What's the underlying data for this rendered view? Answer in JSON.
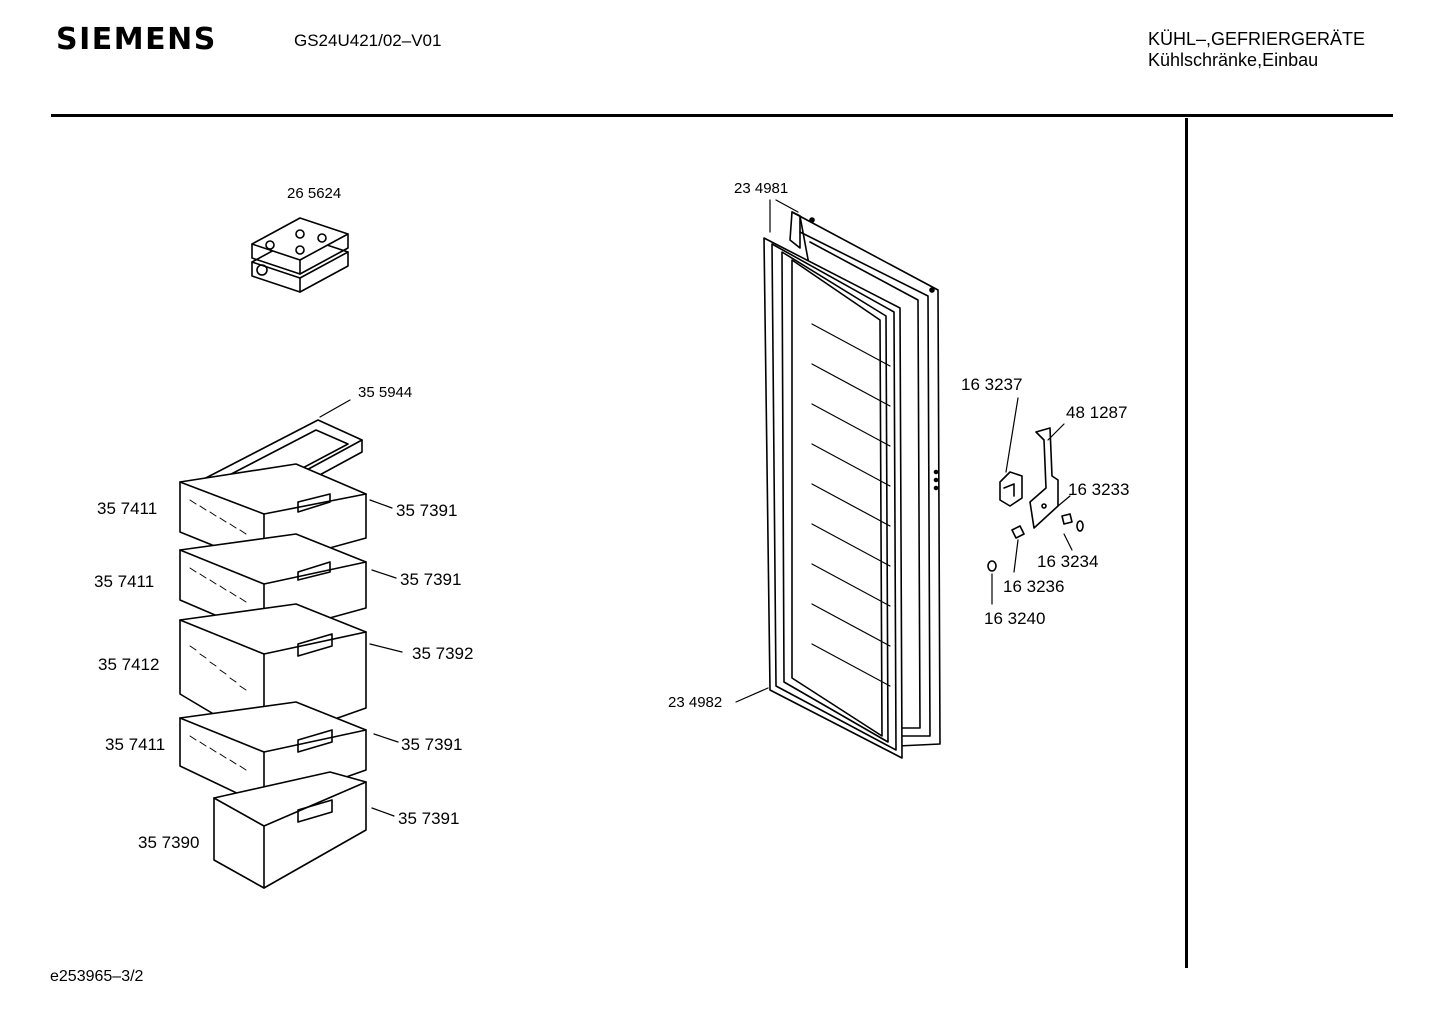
{
  "header": {
    "brand": "SIEMENS",
    "model": "GS24U421/02–V01",
    "category_line1": "KÜHL–,GEFRIERGERÄTE",
    "category_line2": "Kühlschränke,Einbau"
  },
  "parts": {
    "ice_pack": "26 5624",
    "drawer_cover": "35 5944",
    "basket_1": "35 7411",
    "front_1": "35 7391",
    "basket_2": "35 7411",
    "front_2": "35 7391",
    "basket_3": "35 7412",
    "front_3": "35 7392",
    "basket_4": "35 7411",
    "front_4": "35 7391",
    "bottom_drawer": "35 7390",
    "front_5": "35 7391",
    "door": "23 4981",
    "door_seal": "23 4982",
    "hinge_part_a": "16 3237",
    "hinge_bracket": "48 1287",
    "screw_a": "16 3233",
    "washer_a": "16 3234",
    "pin": "16 3236",
    "washer_b": "16 3240"
  },
  "footer": {
    "doc_ref": "e253965–3/2"
  }
}
